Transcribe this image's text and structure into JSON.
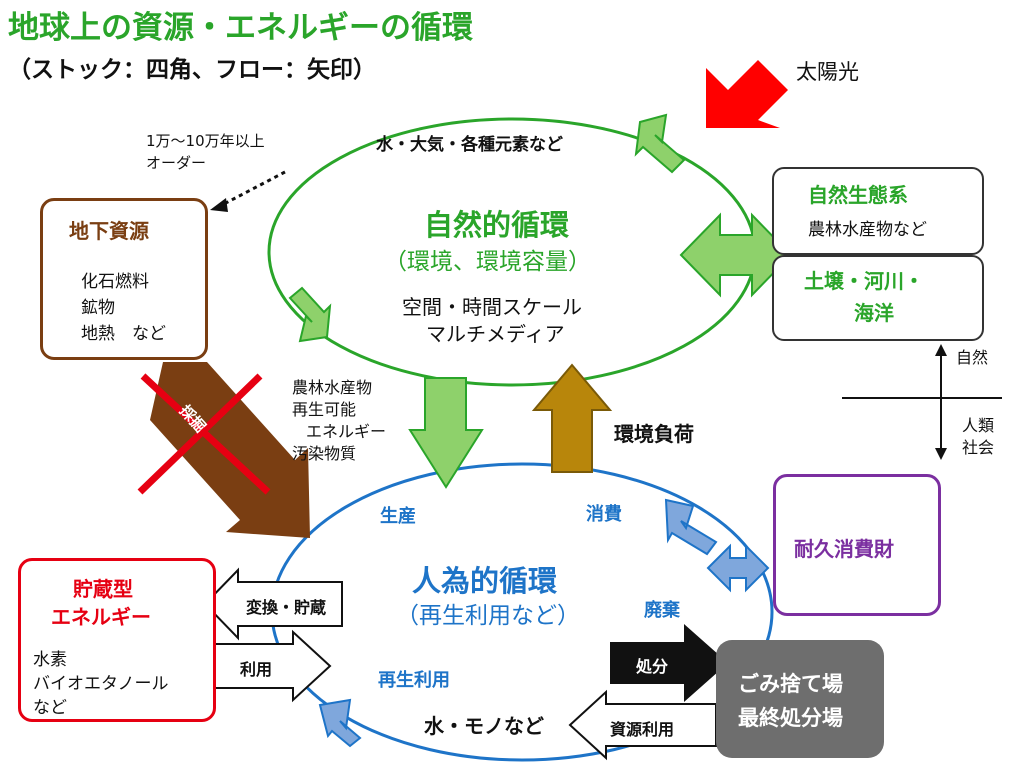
{
  "title": "地球上の資源・エネルギーの循環",
  "subtitle": "（ストック：四角、フロー：矢印）",
  "sunlight": "太陽光",
  "time_order": {
    "line1": "1万～10万年以上",
    "line2": "オーダー"
  },
  "natural_cycle": {
    "top_label": "水・大気・各種元素など",
    "name": "自然的循環",
    "sub": "（環境、環境容量）",
    "scale1": "空間・時間スケール",
    "scale2": "マルチメディア"
  },
  "ecosystem": {
    "title": "自然生態系",
    "detail": "農林水産物など"
  },
  "soil": {
    "title1": "土壌・河川・",
    "title2": "海洋"
  },
  "underground": {
    "title": "地下資源",
    "items": [
      "化石燃料",
      "鉱物",
      "地熱　など"
    ],
    "mining": "採掘"
  },
  "flow_down": {
    "line1": "農林水産物",
    "line2": "再生可能",
    "line3": "エネルギー",
    "line4": "汚染物質"
  },
  "env_load": "環境負荷",
  "axis": {
    "up": "自然",
    "down1": "人類",
    "down2": "社会"
  },
  "human_cycle": {
    "name": "人為的循環",
    "sub": "（再生利用など）",
    "production": "生産",
    "consumption": "消費",
    "disposal": "廃棄",
    "recycle": "再生利用",
    "bottom_label": "水・モノなど"
  },
  "durable": "耐久消費財",
  "storage": {
    "title1": "貯蔵型",
    "title2": "エネルギー",
    "items": [
      "水素",
      "バイオエタノール",
      "など"
    ]
  },
  "convert_store": "変換・貯蔵",
  "use": "利用",
  "disposal_act": "処分",
  "resource_use": "資源利用",
  "landfill": {
    "line1": "ごみ捨て場",
    "line2": "最終処分場"
  },
  "colors": {
    "green": "#2aa52a",
    "light_green": "#8ed16b",
    "blue": "#1e74c8",
    "light_blue": "#7fa7dc",
    "brown": "#7a3e12",
    "gold": "#b8860b",
    "red": "#e60012",
    "purple": "#7b2fa0",
    "gray": "#6e6e6e"
  }
}
